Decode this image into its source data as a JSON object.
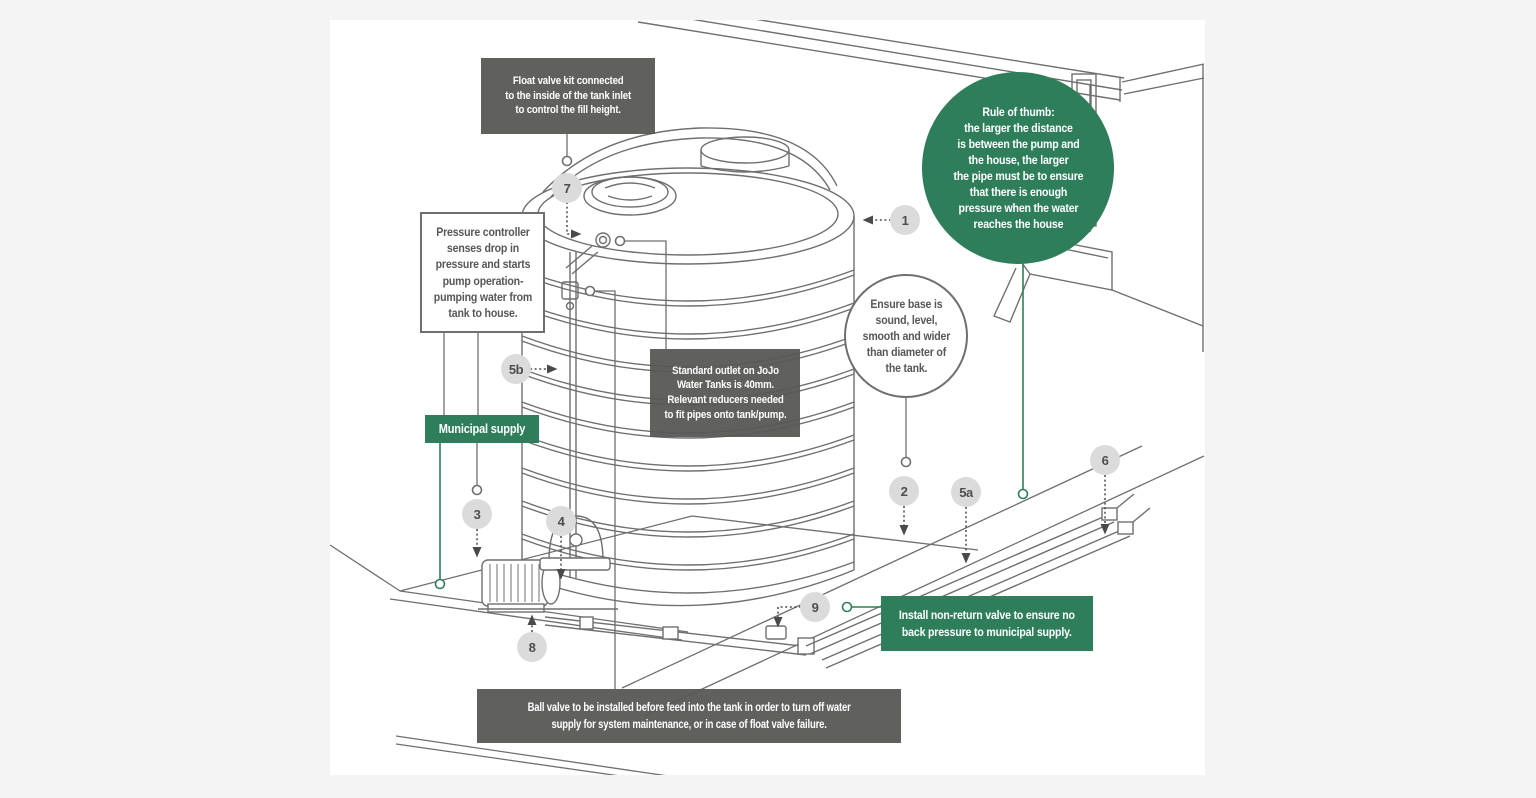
{
  "colors": {
    "accent_green": "#2e7e5b",
    "dark_box": "#575756",
    "badge_background": "#dbdbdb",
    "line_art": "#6f6f6f",
    "page_background": "#f4f4f4",
    "canvas_background": "#ffffff"
  },
  "callouts": {
    "float_valve": "Float valve kit connected\nto the inside of the tank inlet\nto control the fill height.",
    "pressure_controller": "Pressure controller\nsenses drop in\npressure and starts\npump operation-\npumping water from\ntank to house.",
    "standard_outlet": "Standard outlet on JoJo\nWater Tanks is 40mm.\nRelevant reducers needed\nto fit pipes onto tank/pump.",
    "ensure_base": "Ensure base is\nsound, level,\nsmooth and wider\nthan diameter of\nthe tank.",
    "rule_of_thumb": "Rule of thumb:\nthe larger the distance\nis between the pump and\nthe house, the larger\nthe pipe must be to ensure\nthat there is enough\npressure when the water\nreaches the house",
    "municipal_supply": "Municipal supply",
    "non_return_valve": "Install non-return valve to ensure no\nback pressure to municipal supply.",
    "ball_valve": "Ball valve to be installed before feed into the tank in order to turn off water\nsupply for system maintenance, or in case of float valve failure."
  },
  "markers": [
    {
      "label": "1"
    },
    {
      "label": "2"
    },
    {
      "label": "3"
    },
    {
      "label": "4"
    },
    {
      "label": "5a"
    },
    {
      "label": "5b"
    },
    {
      "label": "6"
    },
    {
      "label": "7"
    },
    {
      "label": "8"
    },
    {
      "label": "9"
    }
  ]
}
